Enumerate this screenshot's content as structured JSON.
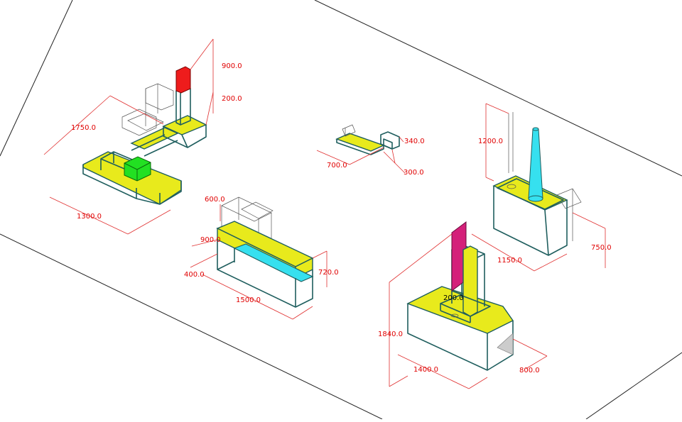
{
  "dimensions": {
    "d900a": "900.0",
    "d200": "200.0",
    "d1750": "1750.0",
    "d1300": "1300.0",
    "d340": "340.0",
    "d700": "700.0",
    "d300": "300.0",
    "d1200": "1200.0",
    "d600": "600.0",
    "d900b": "900.0",
    "d400": "400.0",
    "d720": "720.0",
    "d1500": "1500.0",
    "d1150": "1150.0",
    "d750": "750.0",
    "d1840": "1840.0",
    "d1400": "1400.0",
    "d800": "800.0",
    "d200b": "200.0"
  },
  "colors": {
    "plate": "#e8ea1c",
    "frame": "#1f5e5e",
    "dimension": "#e00000",
    "red_block": "#ee1c1c",
    "green_block": "#22e022",
    "cyan": "#36e0ef",
    "magenta": "#d4207a"
  }
}
